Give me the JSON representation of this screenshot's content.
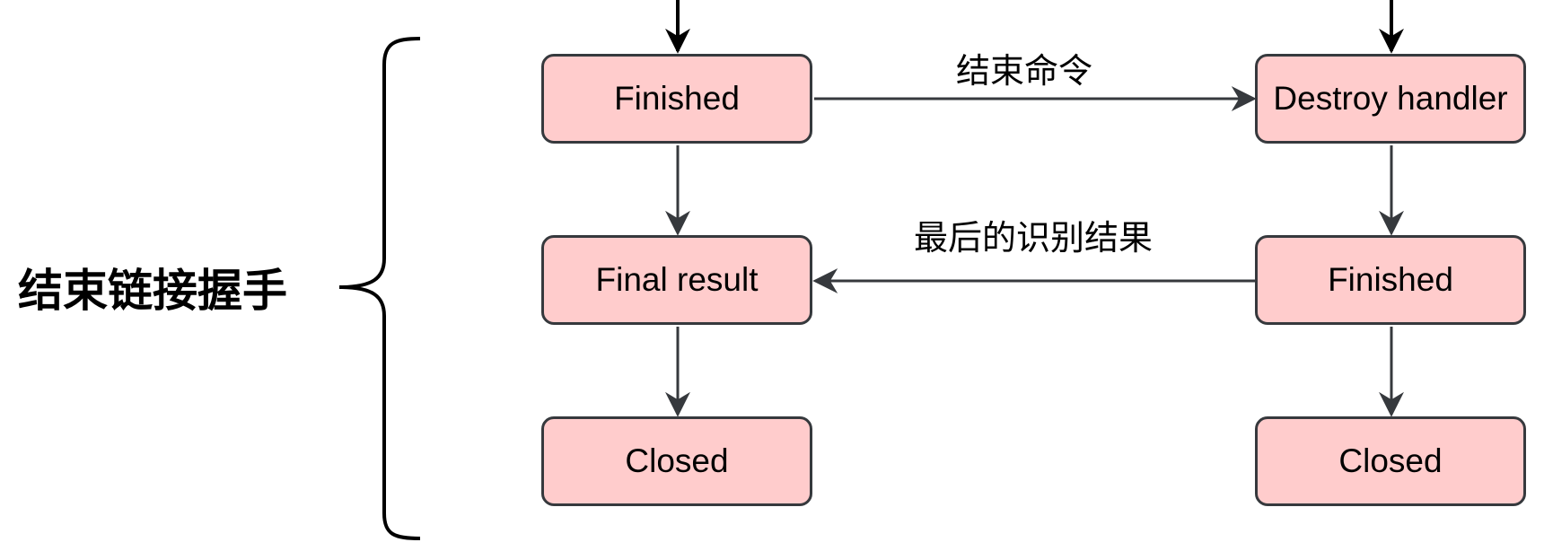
{
  "section_label": "结束链接握手",
  "left_column": {
    "node_1": "Finished",
    "node_2": "Final result",
    "node_3": "Closed"
  },
  "right_column": {
    "node_1": "Destroy handler",
    "node_2": "Finished",
    "node_3": "Closed"
  },
  "edges": {
    "top_label": "结束命令",
    "middle_label": "最后的识别结果"
  },
  "colors": {
    "node_fill": "#ffcccc",
    "node_border": "#36393d",
    "edge": "#36393d"
  }
}
